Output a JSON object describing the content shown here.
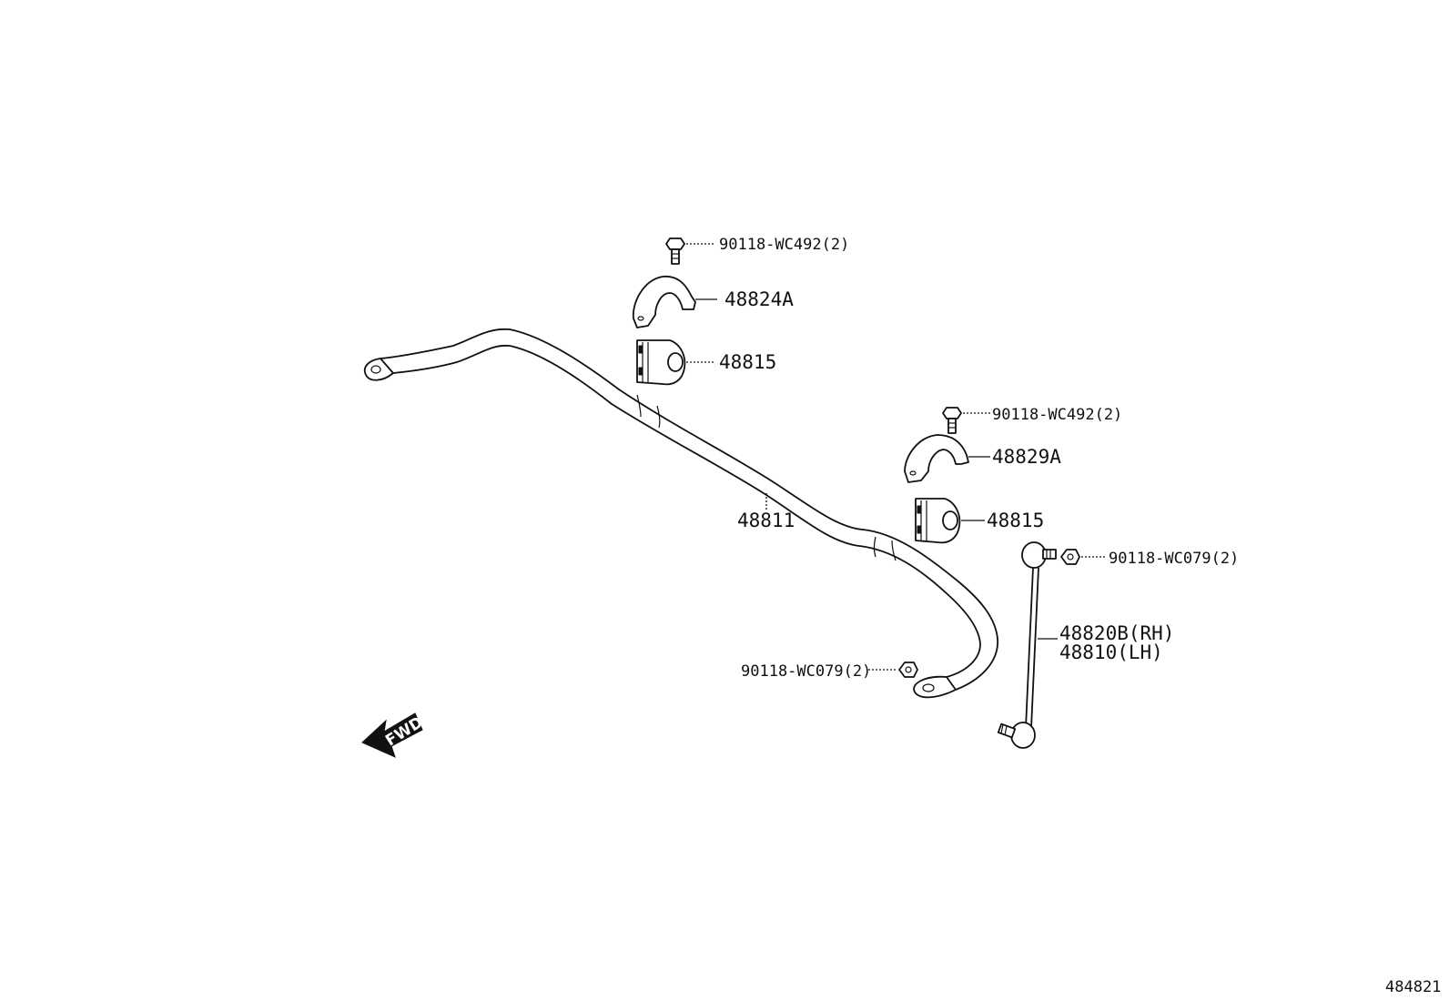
{
  "labels": {
    "bolt_upper_left": "90118-WC492(2)",
    "bracket_left": "48824A",
    "bushing_left": "48815",
    "bolt_upper_right": "90118-WC492(2)",
    "bracket_right": "48829A",
    "bushing_right": "48815",
    "stabilizer_bar": "48811",
    "nut_link_upper": "90118-WC079(2)",
    "link_rh": "48820B(RH)",
    "link_lh": "48810(LH)",
    "nut_bar_end": "90118-WC079(2)"
  },
  "fwd_indicator": "FWD",
  "diagram_ref": "484821",
  "icons": {
    "direction": "forward-arrow-icon"
  }
}
